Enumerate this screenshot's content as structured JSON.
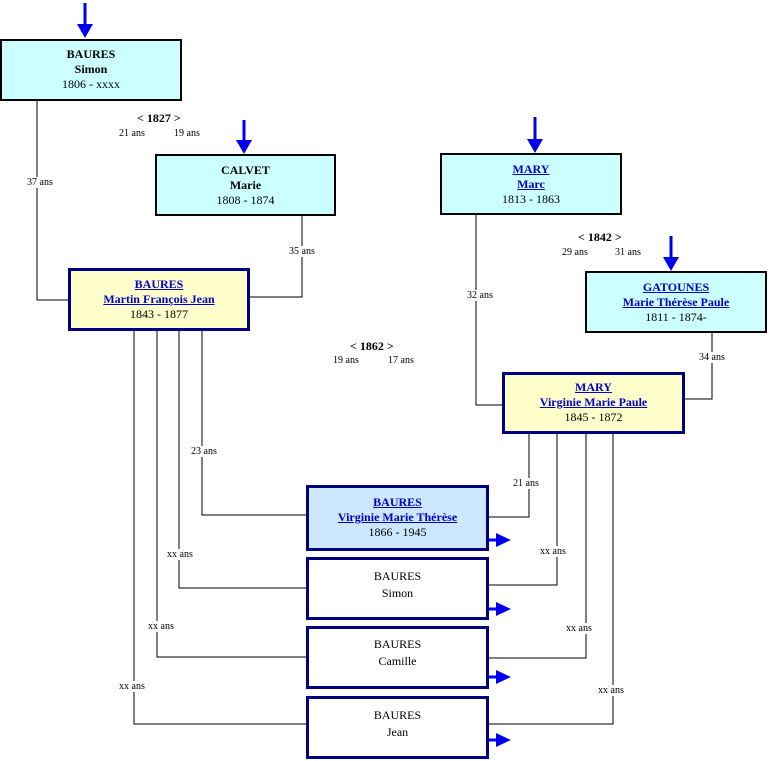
{
  "colors": {
    "line": "#000000",
    "arrow": "#0000ee",
    "border": "#000080"
  },
  "persons": {
    "simon_senior": {
      "surname": "BAURES",
      "given": "Simon",
      "dates": "1806 - xxxx"
    },
    "calvet": {
      "surname": "CALVET",
      "given": "Marie",
      "dates": "1808 - 1874"
    },
    "mary_marc": {
      "surname": "MARY",
      "given": "Marc",
      "dates": "1813 - 1863"
    },
    "gatounes": {
      "surname": "GATOUNES",
      "given": "Marie Thérèse Paule",
      "dates": "1811 - 1874-"
    },
    "martin": {
      "surname": "BAURES",
      "given": "Martin François Jean",
      "dates": "1843 - 1877"
    },
    "virginie_mary": {
      "surname": "MARY",
      "given": "Virginie Marie Paule",
      "dates": "1845 - 1872"
    },
    "virginie_baures": {
      "surname": "BAURES",
      "given": "Virginie Marie Thérèse",
      "dates": "1866 - 1945"
    },
    "simon_child": {
      "surname": "BAURES",
      "given": "Simon"
    },
    "camille": {
      "surname": "BAURES",
      "given": "Camille"
    },
    "jean": {
      "surname": "BAURES",
      "given": "Jean"
    }
  },
  "marriages": {
    "m1827": {
      "year": "< 1827 >",
      "age_h": "21 ans",
      "age_w": "19 ans"
    },
    "m1842": {
      "year": "< 1842 >",
      "age_h": "29 ans",
      "age_w": "31 ans"
    },
    "m1862": {
      "year": "< 1862 >",
      "age_h": "19 ans",
      "age_w": "17 ans"
    }
  },
  "ages": {
    "simon_martin": "37 ans",
    "calvet_martin": "35 ans",
    "marc_virginie": "32 ans",
    "gatounes_virginie": "34 ans",
    "martin_vb": "23 ans",
    "virginie_vb": "21 ans",
    "martin_simon": "xx ans",
    "virginie_simon": "xx ans",
    "martin_camille": "xx ans",
    "virginie_camille": "xx ans",
    "martin_jean": "xx ans",
    "virginie_jean": "xx ans"
  }
}
